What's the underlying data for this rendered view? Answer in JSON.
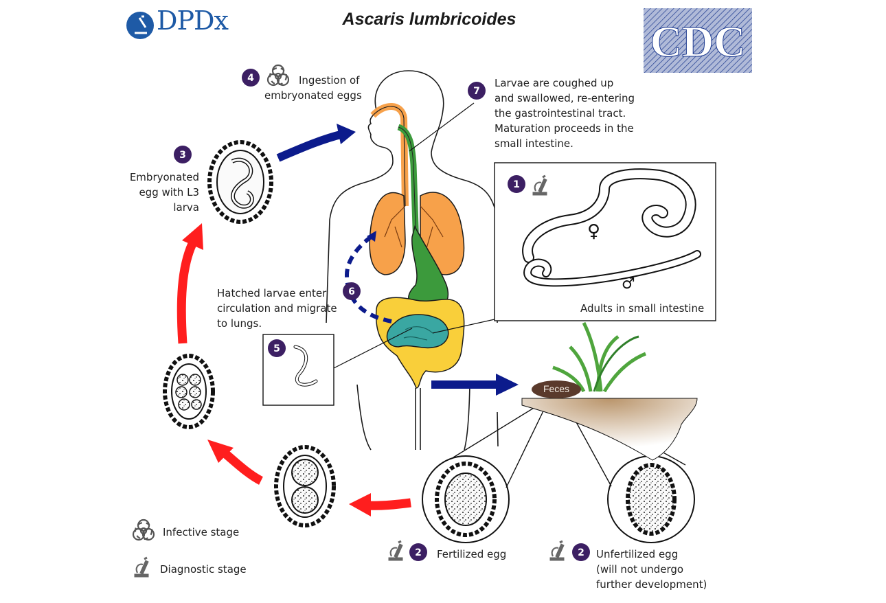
{
  "header": {
    "title": "Ascaris lumbricoides",
    "dpdx_logo_text": "DPDx",
    "cdc_logo_text": "CDC"
  },
  "steps": {
    "step1": {
      "number": "1",
      "label": "Adults in small intestine"
    },
    "step2a": {
      "number": "2",
      "label": "Fertilized egg"
    },
    "step2b": {
      "number": "2",
      "label_lines": [
        "Unfertilized egg",
        "(will not undergo",
        "further development)"
      ]
    },
    "step3": {
      "number": "3",
      "label_lines": [
        "Embryonated",
        "egg with L3",
        "larva"
      ]
    },
    "step4": {
      "number": "4",
      "label_lines": [
        "Ingestion of",
        "embryonated eggs"
      ]
    },
    "step5": {
      "number": "5"
    },
    "step6": {
      "number": "6",
      "label_lines": [
        "Hatched larvae enter",
        "circulation and migrate",
        "to lungs."
      ]
    },
    "step7": {
      "number": "7",
      "label_lines": [
        "Larvae are coughed up",
        "and swallowed, re-entering",
        "the gastrointestinal tract.",
        "Maturation proceeds in the",
        "small intestine."
      ]
    }
  },
  "feces_label": "Feces",
  "legend": {
    "infective": "Infective stage",
    "diagnostic": "Diagnostic stage"
  },
  "colors": {
    "badge": "#3c1f63",
    "blue_arrow": "#0c1b8c",
    "red_arrow": "#ff1e1e",
    "lungs": "#f7a14a",
    "gut_green": "#3c9a3c",
    "colon_yellow": "#f9cf3a",
    "small_intestine": "#3aa7a2",
    "feces": "#5a3a2c",
    "soil": "#c9a77c",
    "cdc_blue": "#1d3a8f"
  },
  "icons": [
    "biohazard-icon",
    "microscope-icon"
  ]
}
